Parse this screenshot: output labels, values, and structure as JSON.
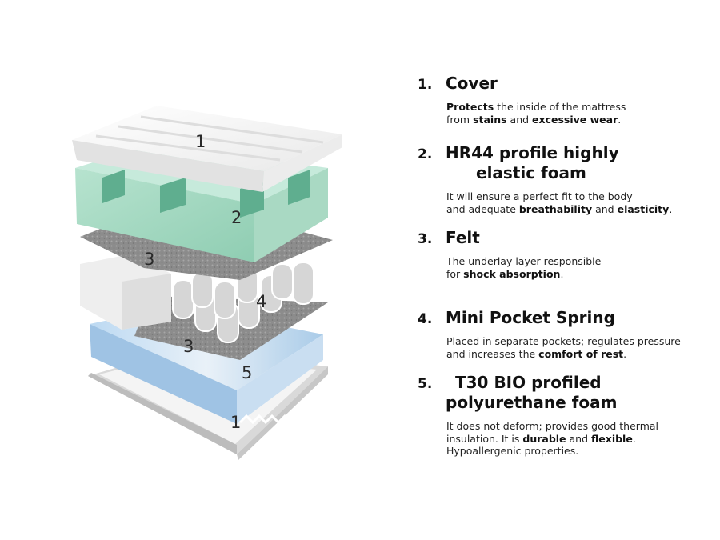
{
  "layer_markers": [
    "1",
    "2",
    "3",
    "4",
    "3",
    "5",
    "1"
  ],
  "items": [
    {
      "number": "1.",
      "title": "Cover",
      "desc": [
        [
          {
            "t": "Protects",
            "b": true
          },
          {
            "t": " the inside of the mattress"
          }
        ],
        [
          {
            "t": "from "
          },
          {
            "t": "stains",
            "b": true
          },
          {
            "t": " and "
          },
          {
            "t": "excessive wear",
            "b": true
          },
          {
            "t": "."
          }
        ]
      ]
    },
    {
      "number": "2.",
      "title": "HR44 profile highly",
      "title2": "elastic foam",
      "desc": [
        [
          {
            "t": "It will ensure a perfect fit to the body"
          }
        ],
        [
          {
            "t": "and adequate "
          },
          {
            "t": "breathability",
            "b": true
          },
          {
            "t": " and "
          },
          {
            "t": "elasticity",
            "b": true
          },
          {
            "t": "."
          }
        ]
      ]
    },
    {
      "number": "3.",
      "title": "Felt",
      "desc": [
        [
          {
            "t": "The underlay layer responsible"
          }
        ],
        [
          {
            "t": "for "
          },
          {
            "t": "shock absorption",
            "b": true
          },
          {
            "t": "."
          }
        ]
      ]
    },
    {
      "number": "4.",
      "title": "Mini Pocket Spring",
      "desc": [
        [
          {
            "t": "Placed in separate pockets; regulates pressure"
          }
        ],
        [
          {
            "t": "and increases the "
          },
          {
            "t": "comfort of rest",
            "b": true
          },
          {
            "t": "."
          }
        ]
      ]
    },
    {
      "number": "5.",
      "title": "T30 BIO profiled",
      "title2": "polyurethane foam",
      "desc": [
        [
          {
            "t": "It does not deform; provides good thermal"
          }
        ],
        [
          {
            "t": "insulation. It is "
          },
          {
            "t": "durable",
            "b": true
          },
          {
            "t": " and "
          },
          {
            "t": "flexible",
            "b": true
          },
          {
            "t": "."
          }
        ],
        [
          {
            "t": "Hypoallergenic properties."
          }
        ]
      ]
    }
  ]
}
